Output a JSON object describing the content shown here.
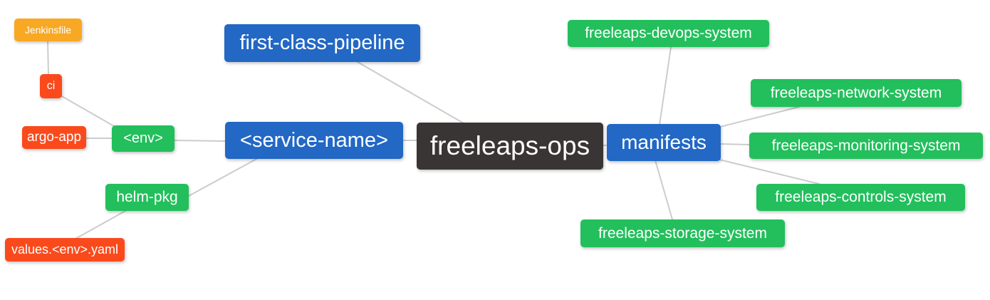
{
  "diagram": {
    "type": "mindmap",
    "nodes": {
      "root": {
        "label": "freeleaps-ops",
        "level": 0
      },
      "first_class_pipeline": {
        "label": "first-class-pipeline",
        "level": 1
      },
      "service_name": {
        "label": "<service-name>",
        "level": 1
      },
      "manifests": {
        "label": "manifests",
        "level": 1
      },
      "env": {
        "label": "<env>",
        "level": 2
      },
      "helm_pkg": {
        "label": "helm-pkg",
        "level": 2
      },
      "devops_system": {
        "label": "freeleaps-devops-system",
        "level": 2
      },
      "network_system": {
        "label": "freeleaps-network-system",
        "level": 2
      },
      "monitoring_system": {
        "label": "freeleaps-monitoring-system",
        "level": 2
      },
      "controls_system": {
        "label": "freeleaps-controls-system",
        "level": 2
      },
      "storage_system": {
        "label": "freeleaps-storage-system",
        "level": 2
      },
      "ci": {
        "label": "ci",
        "level": 3
      },
      "argo_app": {
        "label": "argo-app",
        "level": 3
      },
      "values_yaml": {
        "label": "values.<env>.yaml",
        "level": 3
      },
      "jenkinsfile": {
        "label": "Jenkinsfile",
        "level": 4
      }
    },
    "edges": [
      {
        "from": "root",
        "to": "first_class_pipeline"
      },
      {
        "from": "root",
        "to": "service_name"
      },
      {
        "from": "root",
        "to": "manifests"
      },
      {
        "from": "service_name",
        "to": "env"
      },
      {
        "from": "service_name",
        "to": "helm_pkg"
      },
      {
        "from": "env",
        "to": "ci"
      },
      {
        "from": "env",
        "to": "argo_app"
      },
      {
        "from": "ci",
        "to": "jenkinsfile"
      },
      {
        "from": "helm_pkg",
        "to": "values_yaml"
      },
      {
        "from": "manifests",
        "to": "devops_system"
      },
      {
        "from": "manifests",
        "to": "network_system"
      },
      {
        "from": "manifests",
        "to": "monitoring_system"
      },
      {
        "from": "manifests",
        "to": "controls_system"
      },
      {
        "from": "manifests",
        "to": "storage_system"
      }
    ],
    "colors": {
      "level0_bg": "#3A3535",
      "level1_bg": "#2268C4",
      "level2_bg": "#22BF5C",
      "level3_bg": "#FA4A1C",
      "level4_bg": "#F8A823",
      "text": "#FFFFFF",
      "edge": "#CCCCCC",
      "background": "#FFFFFF"
    }
  }
}
